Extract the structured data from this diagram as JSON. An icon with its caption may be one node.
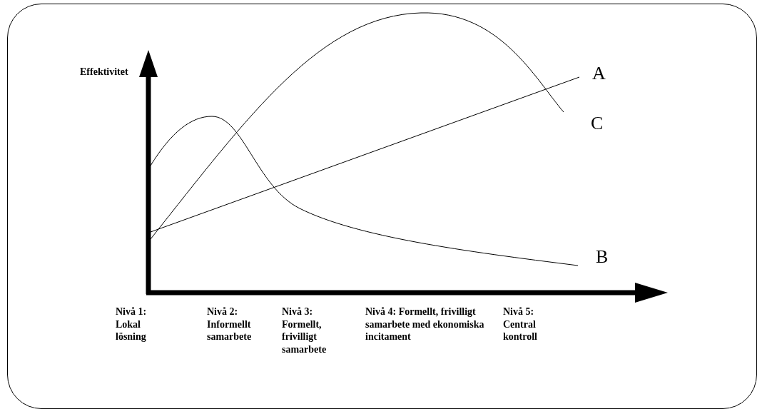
{
  "diagram": {
    "labels": [
      "Effektivitet",
      "A",
      "C",
      "B",
      "Nivå 1: Lokal lösning",
      "Nivå 2: Informellt samarbete",
      "Nivå 3: Formellt, frivilligt samarbete",
      "Nivå 4: Formellt, frivilligt samarbete med ekonomiska incitament",
      "Nivå 5: Central kontroll"
    ]
  }
}
